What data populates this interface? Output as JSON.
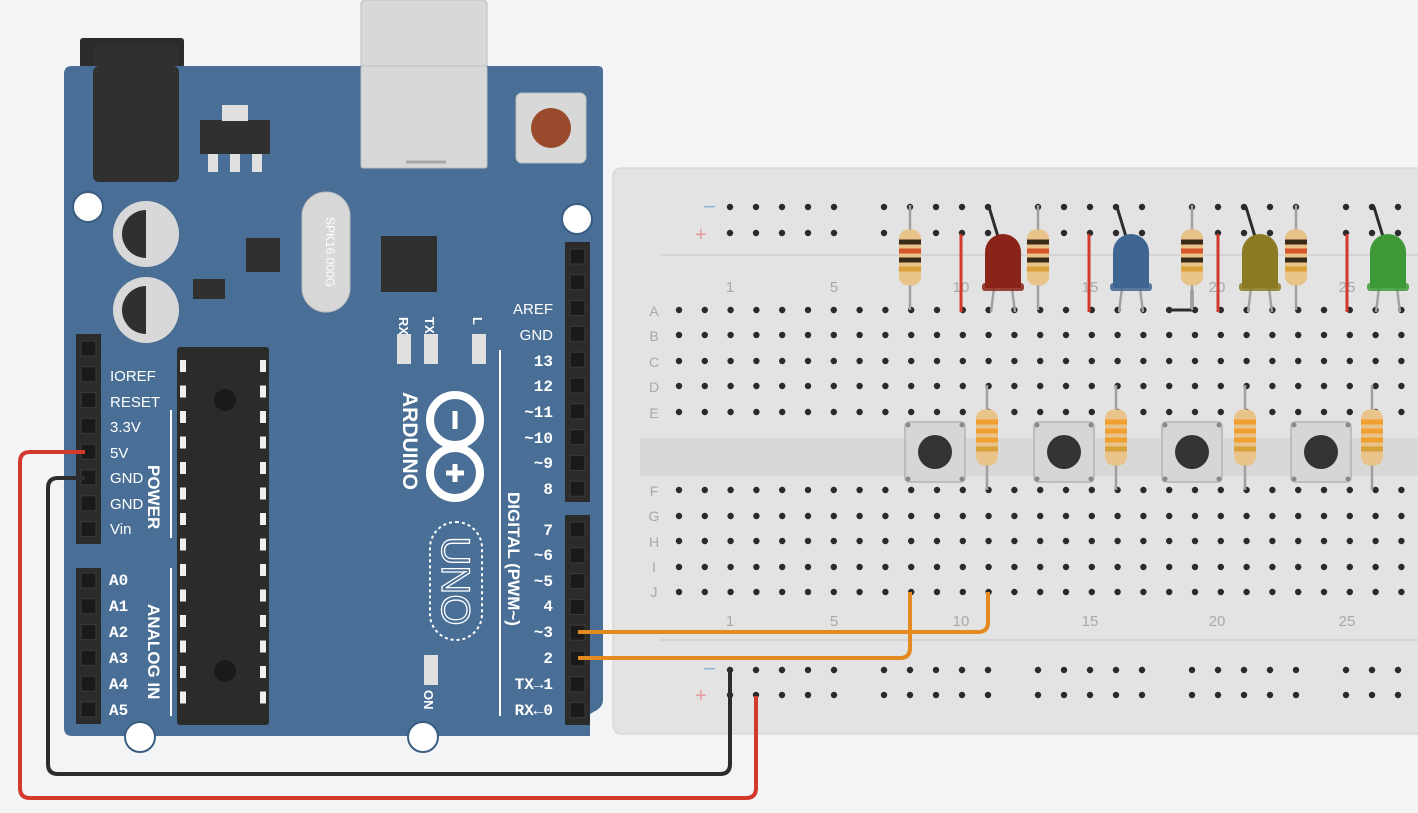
{
  "board": {
    "brand": "ARDUINO",
    "model": "UNO",
    "crystal": "SPK16.000G",
    "on_label": "ON",
    "led_rx": "RX",
    "led_tx": "TX",
    "led_l": "L",
    "power_title": "POWER",
    "analog_title": "ANALOG IN",
    "digital_title": "DIGITAL (PWM~)",
    "power_pins": [
      "IOREF",
      "RESET",
      "3.3V",
      "5V",
      "GND",
      "GND",
      "Vin"
    ],
    "analog_pins": [
      "A0",
      "A1",
      "A2",
      "A3",
      "A4",
      "A5"
    ],
    "digital_pins": [
      "AREF",
      "GND",
      "13",
      "12",
      "~11",
      "~10",
      "~9",
      "8",
      "7",
      "~6",
      "~5",
      "4",
      "~3",
      "2",
      "TX→1",
      "RX←0"
    ],
    "color": "#4a6f96"
  },
  "breadboard": {
    "column_numbers": [
      "1",
      "5",
      "10",
      "15",
      "20",
      "25"
    ],
    "rows_top": [
      "A",
      "B",
      "C",
      "D",
      "E"
    ],
    "rows_bottom": [
      "F",
      "G",
      "H",
      "I",
      "J"
    ],
    "rail_minus": "−",
    "rail_plus": "+"
  },
  "components": {
    "leds": [
      {
        "name": "red-led",
        "color": "#8a2318"
      },
      {
        "name": "blue-led",
        "color": "#3f6592"
      },
      {
        "name": "olive-led",
        "color": "#8a7a22"
      },
      {
        "name": "green-led",
        "color": "#3d9a36"
      }
    ],
    "pushbuttons": 4,
    "resistors": 8
  },
  "wires": {
    "power_5v": "#d23a2c",
    "ground": "#2c2c2c",
    "signal": "#e58a1f"
  }
}
